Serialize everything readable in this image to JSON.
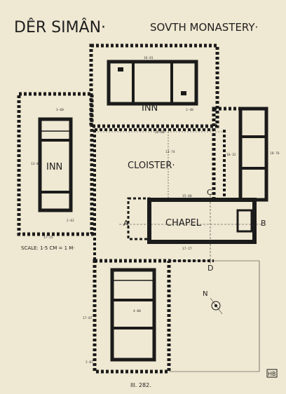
{
  "title": "DÊR SIMÂN·",
  "subtitle": "SOVTH MONASTERY·",
  "labels": {
    "inn_top": "INN",
    "inn_left": "INN",
    "cloister": "CLOISTER·",
    "chapel": "CHAPEL",
    "point_a": "A",
    "point_b": "B",
    "point_c": "C",
    "point_d": "D",
    "north": "N",
    "scale": "SCALE: 1·5 CM = 1 M·",
    "plate": "Ill. 282.",
    "monogram": "HB"
  },
  "colors": {
    "paper": "#efe8d2",
    "ink": "#1b1b1b"
  }
}
